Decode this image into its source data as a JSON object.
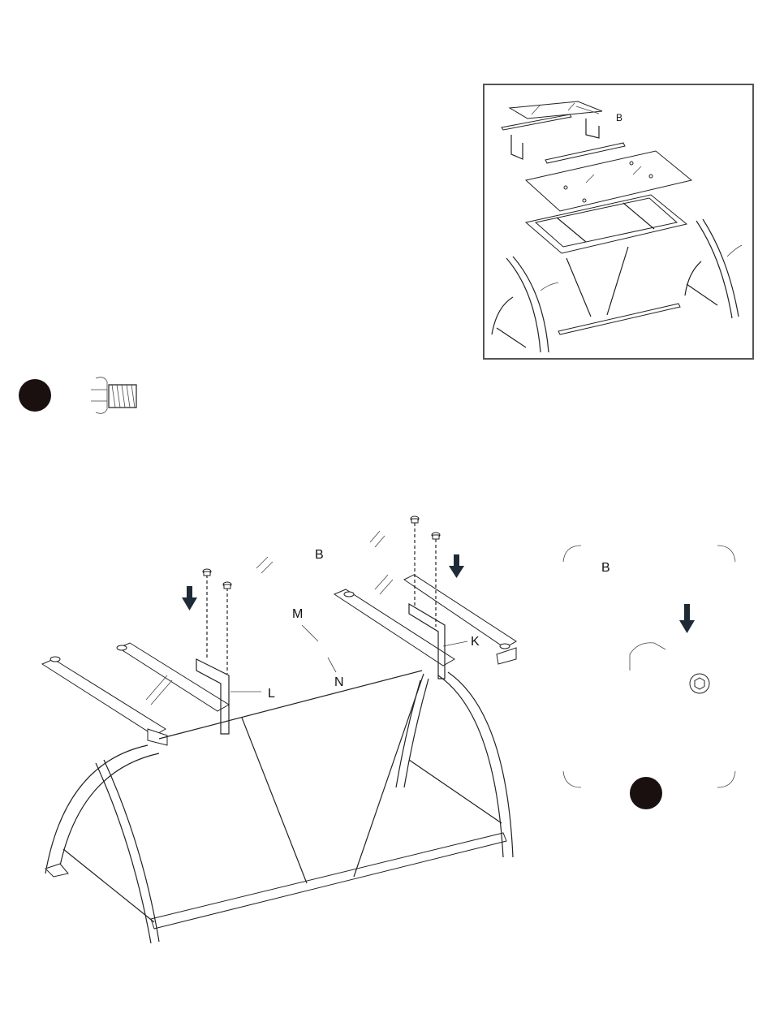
{
  "overview": {
    "label_b": "B"
  },
  "main": {
    "label_b": "B",
    "label_m": "M",
    "label_n": "N",
    "label_k": "K",
    "label_l": "L"
  },
  "detail": {
    "label_b": "B"
  },
  "colors": {
    "line": "#222222",
    "arrow": "#1e2a36",
    "step_dot": "#1a1010",
    "frame": "#555555"
  },
  "icons": [
    "step-dot-icon",
    "screw-icon",
    "down-arrow-icon",
    "hex-bolt-icon"
  ]
}
